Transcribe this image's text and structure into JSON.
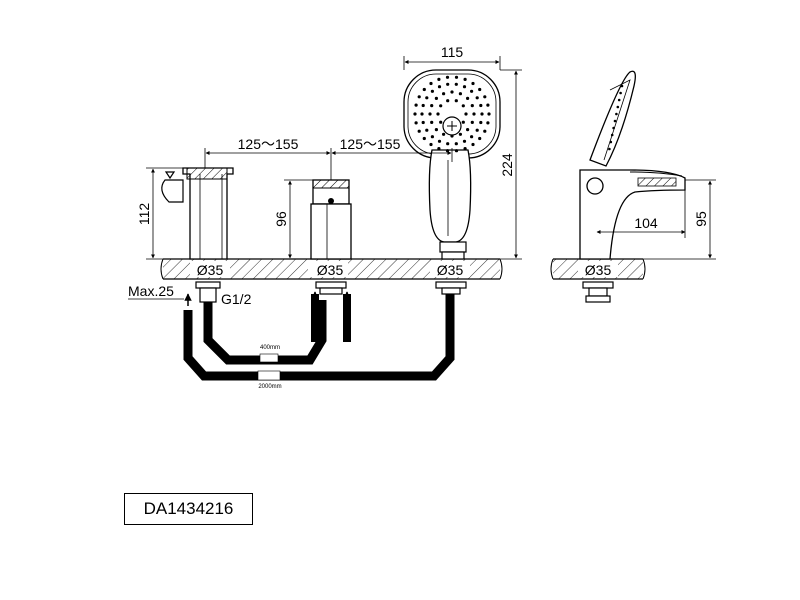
{
  "product_code": "DA1434216",
  "dimensions": {
    "spacing_left": "125～155",
    "spacing_right": "125～155",
    "head_width": "115",
    "total_height": "224",
    "height_left": "112",
    "height_middle": "96",
    "side_height": "95",
    "side_reach": "104"
  },
  "holes": [
    "Ø35",
    "Ø35",
    "Ø35",
    "Ø35"
  ],
  "notes": {
    "max_thickness": "Max.25",
    "thread": "G1/2",
    "hose_short": "400mm",
    "hose_long": "2000mm"
  }
}
